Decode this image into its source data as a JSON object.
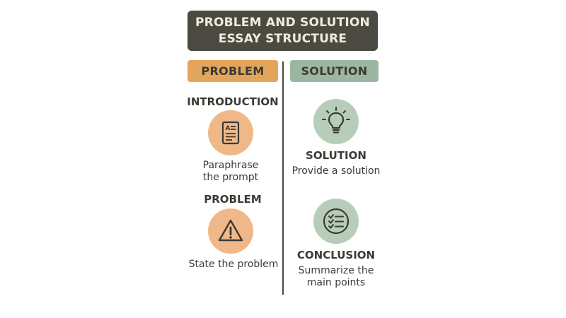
{
  "title": {
    "line1": "PROBLEM AND SOLUTION",
    "line2": "ESSAY STRUCTURE"
  },
  "columns": {
    "problem": {
      "header": "PROBLEM",
      "items": [
        {
          "heading": "INTRODUCTION",
          "icon": "document-icon",
          "text_line1": "Paraphrase",
          "text_line2": "the prompt"
        },
        {
          "heading": "PROBLEM",
          "icon": "warning-icon",
          "text_line1": "State the problem"
        }
      ]
    },
    "solution": {
      "header": "SOLUTION",
      "items": [
        {
          "heading": "SOLUTION",
          "icon": "lightbulb-icon",
          "text_line1": "Provide a solution"
        },
        {
          "heading": "CONCLUSION",
          "icon": "checklist-icon",
          "text_line1": "Summarize the",
          "text_line2": "main points"
        }
      ]
    }
  },
  "colors": {
    "title_bg": "#4a4a43",
    "title_text": "#f4ead7",
    "problem_accent": "#e3a55c",
    "problem_circle": "#f0b889",
    "solution_accent": "#9bb7a2",
    "solution_circle": "#b7cdb9",
    "text": "#3b3a33"
  }
}
